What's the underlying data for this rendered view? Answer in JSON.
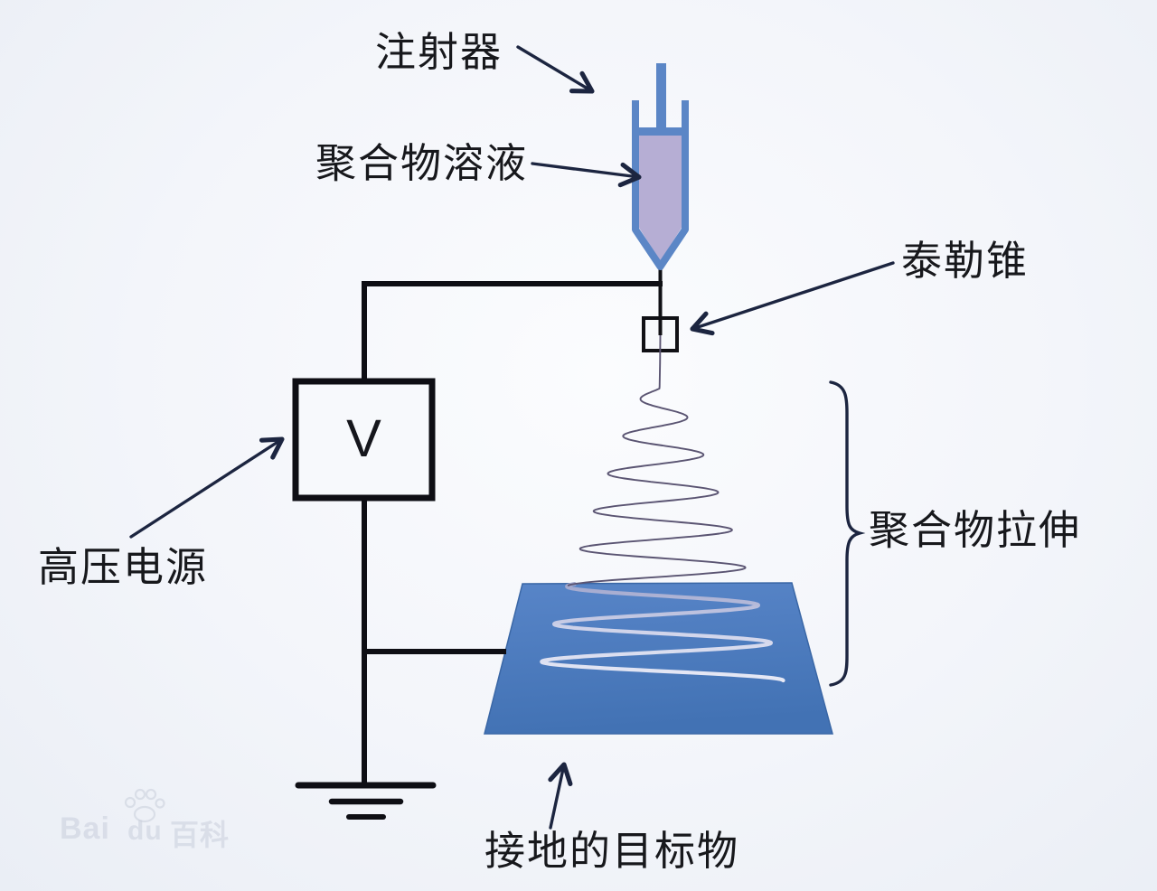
{
  "labels": {
    "syringe": "注射器",
    "polymer_solution": "聚合物溶液",
    "taylor_cone": "泰勒锥",
    "high_voltage_power": "高压电源",
    "polymer_stretching": "聚合物拉伸",
    "grounded_target": "接地的目标物"
  },
  "voltage_box": {
    "symbol": "V"
  },
  "watermark": {
    "parts": [
      "Bai",
      "du",
      "百科"
    ]
  },
  "colors": {
    "background": "#f2f5fa",
    "wire": "#0e0e14",
    "arrow": "#1c2540",
    "syringe_outline": "#5b86c6",
    "polymer_fluid": "#b6aed4",
    "collector_plate": "#4d7dc0",
    "jet_upper": "#5a5472",
    "jet_lower": "#e8eaf6"
  }
}
